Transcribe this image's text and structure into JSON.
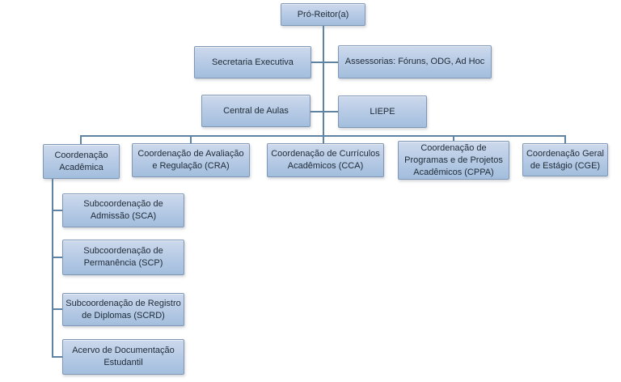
{
  "figure": {
    "type": "organizational-chart",
    "language": "pt-BR"
  },
  "colors": {
    "background": "#ffffff",
    "node_fill_top": "#cdd9ec",
    "node_fill_bottom": "#a2bedd",
    "node_border": "#7f96b4",
    "connector": "#5e83a3",
    "text": "#1e2a36"
  },
  "org": {
    "pro_reitor": {
      "label": "Pró-Reitor(a)",
      "lines": [
        "Pró-Reitor(a)"
      ]
    },
    "secretaria": {
      "label": "Secretaria Executiva",
      "lines": [
        "Secretaria Executiva"
      ]
    },
    "assessorias": {
      "label": "Assessorias: Fóruns, ODG, Ad Hoc",
      "lines": [
        "Assessorias: Fóruns, ODG, Ad Hoc"
      ]
    },
    "central_aulas": {
      "label": "Central de Aulas",
      "lines": [
        "Central de Aulas"
      ]
    },
    "liepe": {
      "label": "LIEPE",
      "lines": [
        "LIEPE"
      ]
    },
    "coord_academica": {
      "label": "Coordenação Acadêmica",
      "lines": [
        "Coordenação",
        "Acadêmica"
      ]
    },
    "cra": {
      "label": "Coordenação de Avaliação e Regulação (CRA)",
      "lines": [
        "Coordenação de Avaliação",
        "e Regulação (CRA)"
      ]
    },
    "cca": {
      "label": "Coordenação de Currículos Acadêmicos (CCA)",
      "lines": [
        "Coordenação de Currículos",
        "Acadêmicos (CCA)"
      ]
    },
    "cppa": {
      "label": "Coordenação de Programas e de Projetos Acadêmicos (CPPA)",
      "lines": [
        "Coordenação de",
        "Programas e de Projetos",
        "Acadêmicos (CPPA)"
      ]
    },
    "cge": {
      "label": "Coordenação Geral de Estágio (CGE)",
      "lines": [
        "Coordenação Geral",
        "de Estágio (CGE)"
      ]
    },
    "sca": {
      "label": "Subcoordenação de Admissão (SCA)",
      "lines": [
        "Subcoordenação de",
        "Admissão (SCA)"
      ]
    },
    "scp": {
      "label": "Subcoordenação de Permanência (SCP)",
      "lines": [
        "Subcoordenação de",
        "Permanência (SCP)"
      ]
    },
    "scrd": {
      "label": "Subcoordenação de Registro de Diplomas (SCRD)",
      "lines": [
        "Subcoordenação de Registro",
        "de Diplomas (SCRD)"
      ]
    },
    "acervo": {
      "label": "Acervo de Documentação Estudantil",
      "lines": [
        "Acervo de Documentação",
        "Estudantil"
      ]
    }
  }
}
